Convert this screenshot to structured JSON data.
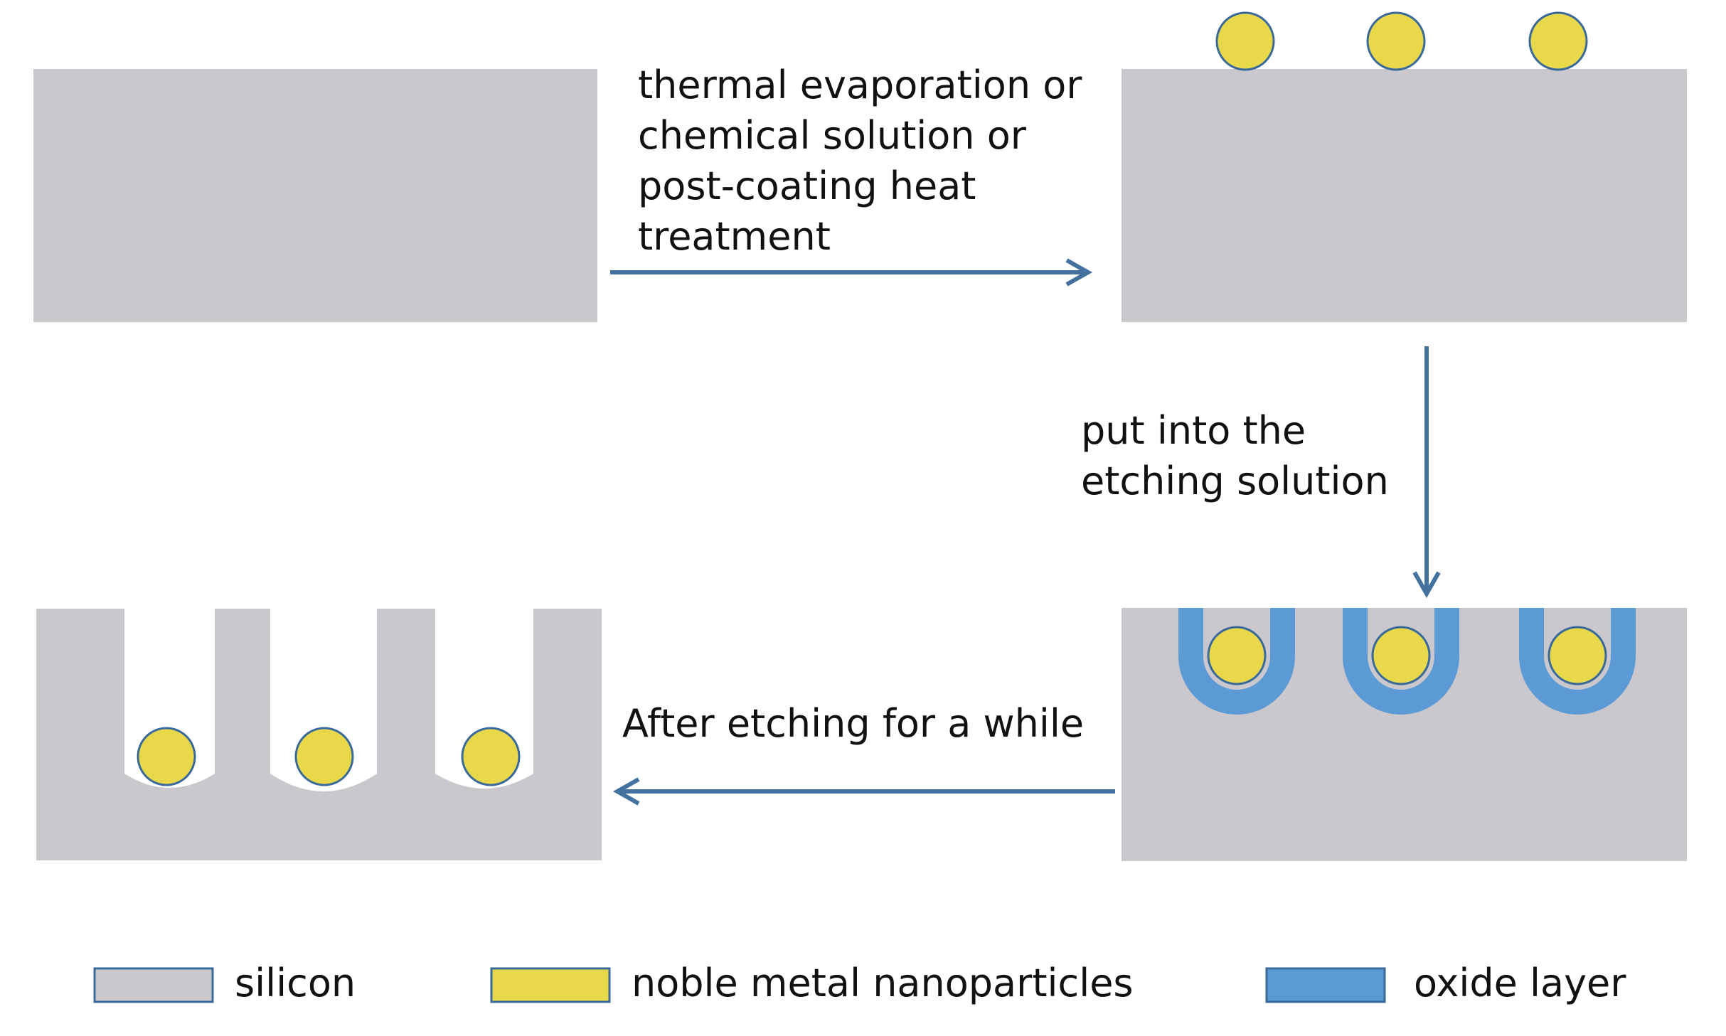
{
  "steps": {
    "deposition_lines": [
      "thermal evaporation or",
      "chemical solution or",
      "post-coating heat",
      "treatment"
    ],
    "etching_solution_lines": [
      "put into the",
      "etching solution"
    ],
    "after_etching": "After etching for a while"
  },
  "legend": {
    "silicon": "silicon",
    "metal": "noble metal nanoparticles",
    "oxide": "oxide layer"
  },
  "colors": {
    "silicon": "#cbc8cd",
    "nanoparticle": "#e8d84a",
    "nanoparticle_outline": "#3a6a9a",
    "oxide": "#5b9ad4",
    "arrow": "#43729f"
  }
}
